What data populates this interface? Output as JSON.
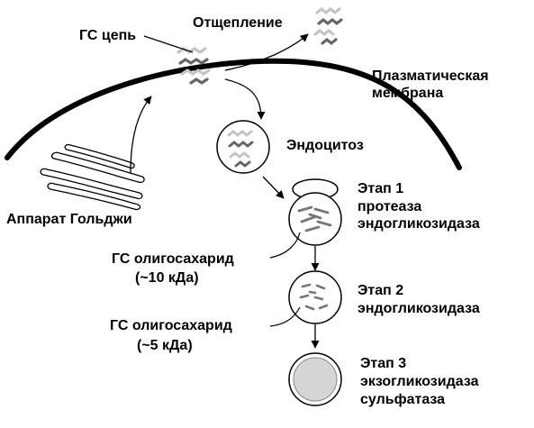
{
  "labels": {
    "gs_chain": "ГС цепь",
    "shedding": "Отщепление",
    "membrane_line1": "Плазматическая",
    "membrane_line2": "мембрана",
    "endocytosis": "Эндоцитоз",
    "golgi": "Аппарат Гольджи",
    "stage1_title": "Этап 1",
    "stage1_enzyme1": "протеаза",
    "stage1_enzyme2": "эндогликозидаза",
    "oligo1_line1": "ГС олигосахарид",
    "oligo1_line2": "(~10 кДа)",
    "stage2_title": "Этап 2",
    "stage2_enzyme1": "эндогликозидаза",
    "oligo2_line1": "ГС олигосахарид",
    "oligo2_line2": "(~5 кДа)",
    "stage3_title": "Этап 3",
    "stage3_enzyme1": "экзогликозидаза",
    "stage3_enzyme2": "сульфатаза"
  },
  "colors": {
    "ink": "#000000",
    "chain_dark": "#666666",
    "chain_light": "#c4c4c4",
    "lysosome_fill": "#d6d6d6"
  },
  "icons": {
    "membrane": "curved-membrane",
    "golgi": "golgi-stack",
    "vesicle": "circle-vesicle",
    "arrow": "arrowhead"
  }
}
